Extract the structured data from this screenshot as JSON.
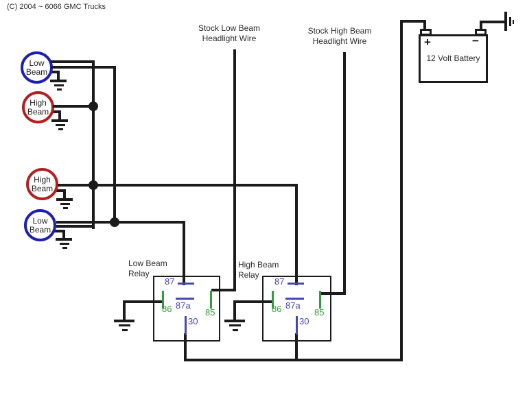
{
  "title": "(C) 2004 ~ 6066 GMC Trucks",
  "lamps": [
    {
      "line1": "Low",
      "line2": "Beam"
    },
    {
      "line1": "High",
      "line2": "Beam"
    },
    {
      "line1": "High",
      "line2": "Beam"
    },
    {
      "line1": "Low",
      "line2": "Beam"
    }
  ],
  "stock_wires": {
    "low": {
      "line1": "Stock Low Beam",
      "line2": "Headlight Wire"
    },
    "high": {
      "line1": "Stock High Beam",
      "line2": "Headlight Wire"
    }
  },
  "battery": {
    "label": "12 Volt Battery",
    "plus": "+",
    "minus": "−"
  },
  "relays": {
    "low": {
      "name1": "Low Beam",
      "name2": "Relay",
      "p87": "87",
      "p87a": "87a",
      "p86": "86",
      "p85": "85",
      "p30": "30"
    },
    "high": {
      "name1": "High Beam",
      "name2": "Relay",
      "p87": "87",
      "p87a": "87a",
      "p86": "86",
      "p85": "85",
      "p30": "30"
    }
  },
  "colors": {
    "low_beam": "#2020b0",
    "high_beam": "#b42020",
    "power_pin": "#4646b6",
    "ground_pin": "#2f9e38",
    "wire": "#1b1b1b"
  }
}
